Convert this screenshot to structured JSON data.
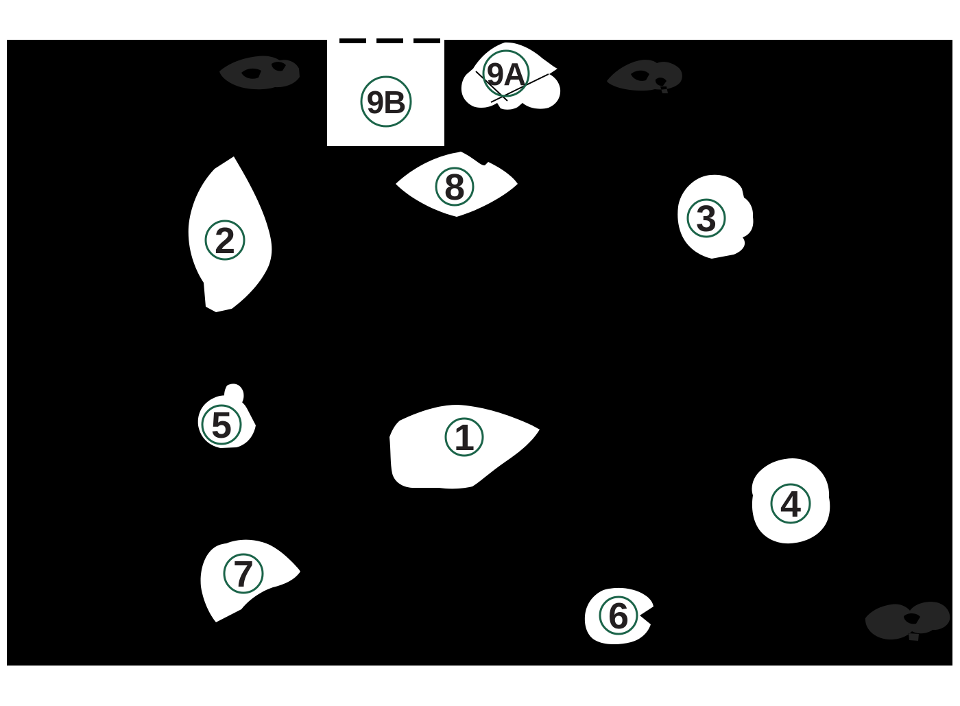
{
  "figure": {
    "kind": "lake-identification-map",
    "page_background": "#ffffff",
    "map_background": "#000000",
    "landmark_silhouette_color": "#242424",
    "lake_fill_color": "#ffffff",
    "label_circle_stroke": "#1b6449",
    "label_text_color": "#231f20",
    "dashed_line_color": "#000000"
  },
  "labels": [
    {
      "id": "lake-1",
      "text": "1"
    },
    {
      "id": "lake-2",
      "text": "2"
    },
    {
      "id": "lake-3",
      "text": "3"
    },
    {
      "id": "lake-4",
      "text": "4"
    },
    {
      "id": "lake-5",
      "text": "5"
    },
    {
      "id": "lake-6",
      "text": "6"
    },
    {
      "id": "lake-7",
      "text": "7"
    },
    {
      "id": "lake-8",
      "text": "8"
    },
    {
      "id": "lake-9a",
      "text": "9A"
    },
    {
      "id": "lake-9b",
      "text": "9B"
    }
  ]
}
